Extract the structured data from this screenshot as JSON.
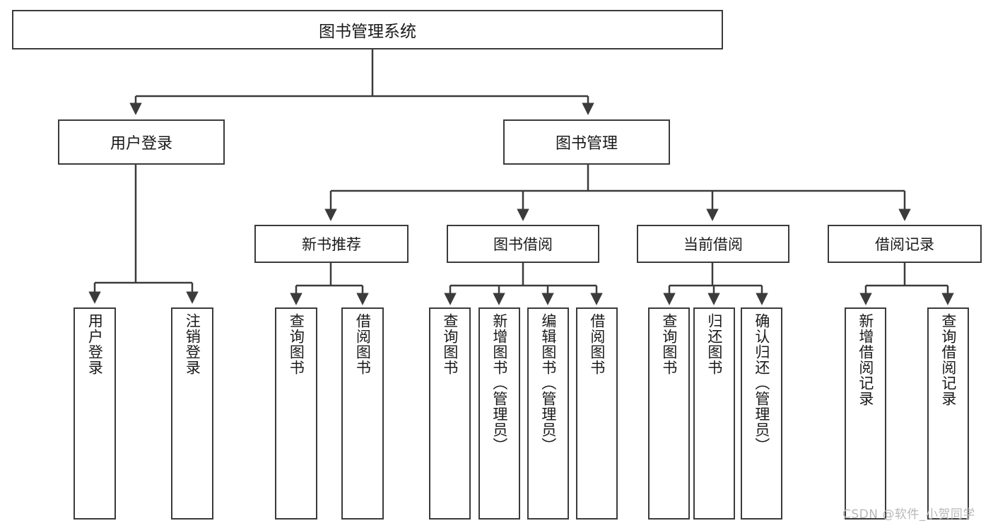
{
  "diagram": {
    "type": "hierarchy-tree",
    "title": "图书管理系统",
    "root": {
      "label": "图书管理系统"
    },
    "level2": [
      {
        "id": "user-login",
        "label": "用户登录"
      },
      {
        "id": "book-management",
        "label": "图书管理"
      }
    ],
    "level3": [
      {
        "id": "new-book-recommend",
        "label": "新书推荐",
        "parent": "book-management"
      },
      {
        "id": "book-borrow",
        "label": "图书借阅",
        "parent": "book-management"
      },
      {
        "id": "current-borrow",
        "label": "当前借阅",
        "parent": "book-management"
      },
      {
        "id": "borrow-record",
        "label": "借阅记录",
        "parent": "book-management"
      }
    ],
    "leaves": [
      {
        "id": "leaf-user-login",
        "label": "用户登录",
        "parent": "user-login"
      },
      {
        "id": "leaf-logout",
        "label": "注销登录",
        "parent": "user-login"
      },
      {
        "id": "leaf-query-book-1",
        "label": "查询图书",
        "parent": "new-book-recommend"
      },
      {
        "id": "leaf-borrow-book-1",
        "label": "借阅图书",
        "parent": "new-book-recommend"
      },
      {
        "id": "leaf-query-book-2",
        "label": "查询图书",
        "parent": "book-borrow"
      },
      {
        "id": "leaf-add-book",
        "label": "新增图书（管理员）",
        "parent": "book-borrow"
      },
      {
        "id": "leaf-edit-book",
        "label": "编辑图书（管理员）",
        "parent": "book-borrow"
      },
      {
        "id": "leaf-borrow-book-2",
        "label": "借阅图书",
        "parent": "book-borrow"
      },
      {
        "id": "leaf-query-book-3",
        "label": "查询图书",
        "parent": "current-borrow"
      },
      {
        "id": "leaf-return-book",
        "label": "归还图书",
        "parent": "current-borrow"
      },
      {
        "id": "leaf-confirm-return",
        "label": "确认归还（管理员）",
        "parent": "current-borrow"
      },
      {
        "id": "leaf-add-record",
        "label": "新增借阅记录",
        "parent": "borrow-record"
      },
      {
        "id": "leaf-query-record",
        "label": "查询借阅记录",
        "parent": "borrow-record"
      }
    ]
  },
  "watermark": {
    "text": "CSDN @软件_小贺同学"
  },
  "colors": {
    "stroke": "#3b3b3b",
    "text": "#1a1a1a",
    "background": "#ffffff",
    "watermark": "#b8b8b8"
  }
}
